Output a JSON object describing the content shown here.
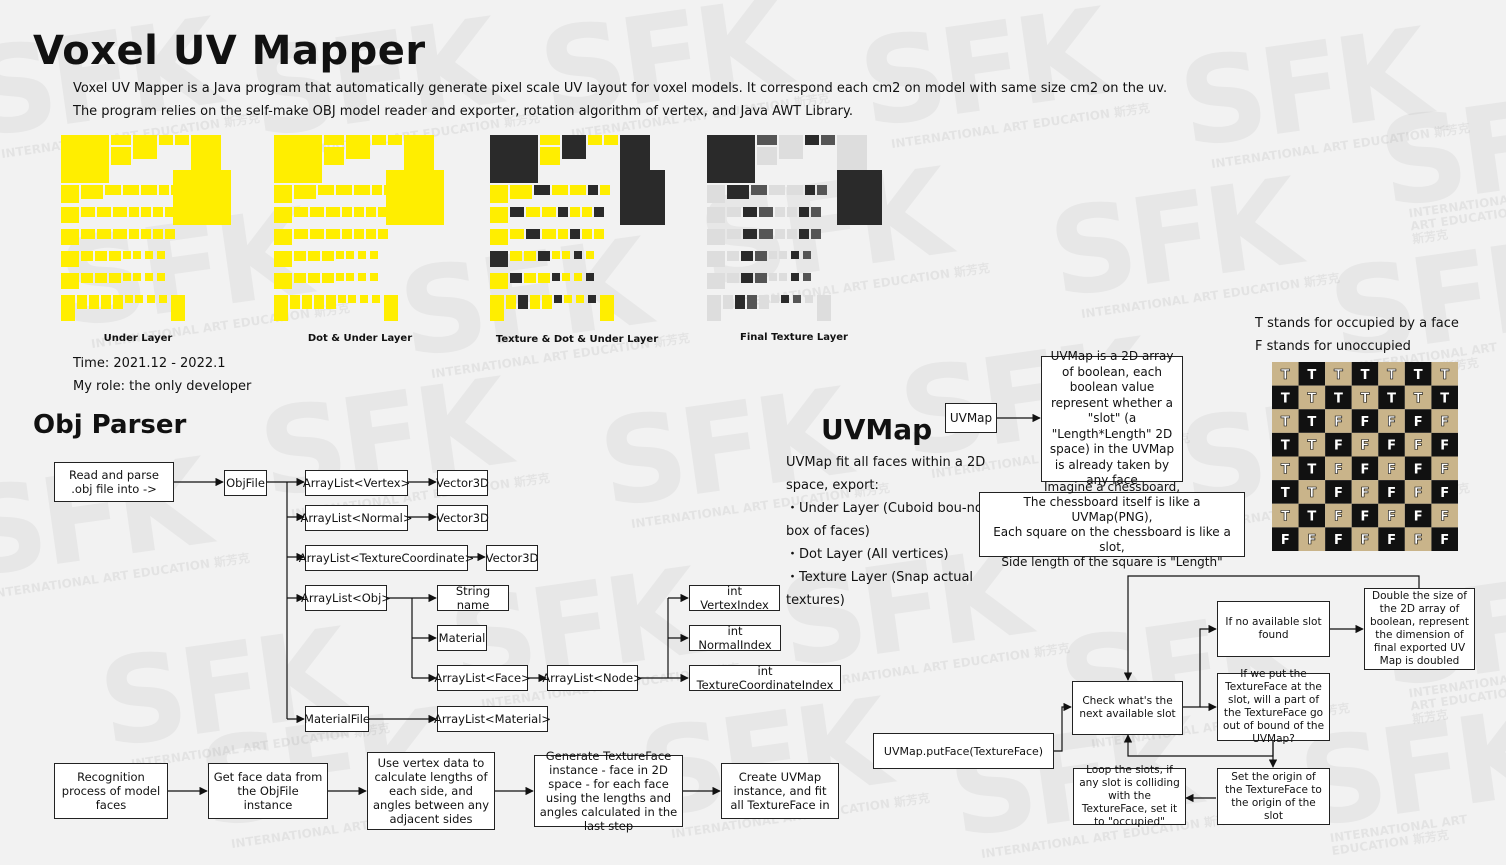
{
  "watermark": {
    "brand": "SFK",
    "line1": "INTERNATIONAL",
    "line2": "ART EDUCATION 斯芳克"
  },
  "header": {
    "title": "Voxel UV Mapper",
    "desc1": "Voxel UV Mapper is a Java program that automatically generate pixel scale UV layout for voxel models. It correspond each cm2 on model with same size cm2 on the uv.",
    "desc2": "The program relies on the self-make OBJ model reader and exporter, rotation algorithm of vertex, and Java AWT Library."
  },
  "layers": {
    "captions": [
      "Under Layer",
      "Dot & Under Layer",
      "Texture & Dot & Under Layer",
      "Final Texture Layer"
    ],
    "colors": {
      "yellow": "#ffee00",
      "dark": "#2a2a2a"
    }
  },
  "meta": {
    "time": "Time: 2021.12 - 2022.1",
    "role": "My role: the only developer"
  },
  "obj_parser": {
    "title": "Obj Parser",
    "nodes": {
      "read": "Read and parse .obj file into ->",
      "objfile": "ObjFile",
      "list_vertex": "ArrayList<Vertex>",
      "vec1": "Vector3D",
      "list_normal": "ArrayList<Normal>",
      "vec2": "Vector3D",
      "list_texcoord": "ArrayList<TextureCoordinate>",
      "vec3": "Vector3D",
      "list_obj": "ArrayList<Obj>",
      "string_name": "String name",
      "material": "Material",
      "list_face": "ArrayList<Face>",
      "list_node": "ArrayList<Node>",
      "int_vertex": "int VertexIndex",
      "int_normal": "int NormalIndex",
      "int_texcoord": "int TextureCoordinateIndex",
      "materialfile": "MaterialFile",
      "list_material": "ArrayList<Material>"
    },
    "process": [
      "Recognition process of model faces",
      "Get face data from the ObjFile instance",
      "Use vertex data to calculate lengths of each side, and angles between any adjacent sides",
      "Generate TextureFace instance - face in 2D space - for each face using the lengths and angles calculated in the last step",
      "Create UVMap instance, and fit all TextureFace in"
    ]
  },
  "uvmap": {
    "title": "UVMap",
    "intro": "UVMap fit all faces within a 2D space, export:",
    "items": [
      "・Under Layer (Cuboid bou-nding box of faces)",
      "・Dot Layer (All vertices)",
      "・Texture Layer (Snap actual textures)"
    ],
    "uvmap_box": "UVMap",
    "uvmap_desc": "UVMap is a 2D array of boolean, each boolean value represent whether a \"slot\" (a \"Length*Length\" 2D space) in the UVMap is already taken by any face",
    "chess_text": "Imagine a chessboard,\nThe chessboard itself is like a UVMap(PNG),\nEach square on the chessboard is like a slot,\nSide length of the square is \"Length\"",
    "legend_t": "T stands for occupied by a face",
    "legend_f": "F stands for unoccupied",
    "grid": [
      "TTTTTTT",
      "TTTTTTT",
      "TTFFFFF",
      "TTFFFFF",
      "TTFFFFF",
      "TTFFFFF",
      "TTFFFFF",
      "FFFFFFF"
    ],
    "flow": {
      "put_face": "UVMap.putFace(TextureFace)",
      "check_next": "Check what's the next available slot",
      "no_slot": "If no available slot found",
      "double": "Double the size of the 2D array of boolean, represent the dimension of final exported UV Map is doubled",
      "out_of_bound": "If we put the TextureFace at the slot, will a part of the TextureFace go out of bound of the UVMap?",
      "set_origin": "Set the origin of the TextureFace to the origin of the slot",
      "loop": "Loop the slots, if any slot is colliding with the TextureFace, set it to \"occupied\""
    }
  }
}
